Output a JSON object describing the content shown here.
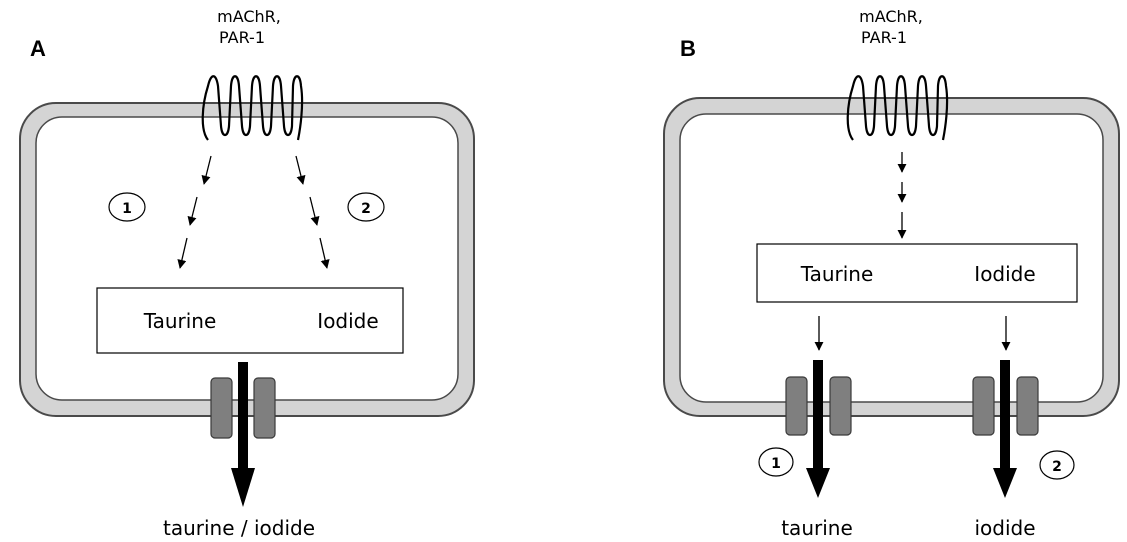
{
  "panels": {
    "a": {
      "letter": "A",
      "receptor_line1": "mAChR,",
      "receptor_line2": "PAR-1",
      "pathway_1": "1",
      "pathway_2": "2",
      "box_left": "Taurine",
      "box_right": "Iodide",
      "output": "taurine / iodide"
    },
    "b": {
      "letter": "B",
      "receptor_line1": "mAChR,",
      "receptor_line2": "PAR-1",
      "box_left": "Taurine",
      "box_right": "Iodide",
      "channel_1": "1",
      "channel_2": "2",
      "output_left": "taurine",
      "output_right": "iodide"
    }
  },
  "colors": {
    "membrane_fill": "#d4d4d4",
    "membrane_stroke": "#4a4a4a",
    "channel_fill": "#7f7f7f",
    "arrow": "#000000"
  }
}
